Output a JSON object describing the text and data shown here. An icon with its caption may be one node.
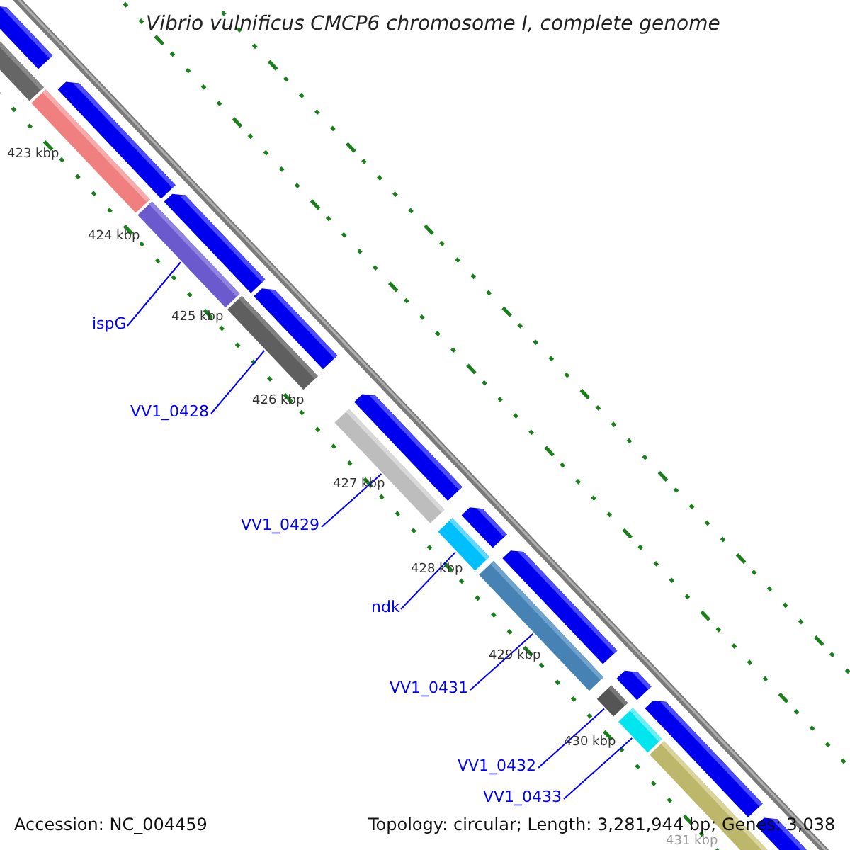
{
  "diagram": {
    "title": "Vibrio vulnificus CMCP6 chromosome I, complete genome",
    "nodes": [
      {
        "text": [
          "ispG"
        ]
      },
      {
        "text": [],
        "shape": "bar"
      },
      {
        "text": [
          "VV1_0428"
        ]
      },
      {
        "text": [],
        "shape": "bar"
      },
      {
        "text": [
          "VV1_0429"
        ]
      },
      {
        "text": [],
        "shape": "bar"
      },
      {
        "text": [
          "ndk"
        ]
      },
      {
        "text": [],
        "shape": "bar"
      },
      {
        "text": [
          "VV1_0431"
        ]
      },
      {
        "text": [],
        "shape": "bar"
      },
      {
        "text": [
          "VV1_0432"
        ]
      },
      {
        "text": [],
        "shape": "bar"
      },
      {
        "text": [
          "VV1_0433"
        ]
      },
      {
        "text": [],
        "shape": "bar"
      }
    ],
    "edges": [
      {
        "from": 0,
        "to": 1,
        "arrow": "none"
      },
      {
        "from": 2,
        "to": 3,
        "arrow": "none"
      },
      {
        "from": 4,
        "to": 5,
        "arrow": "none"
      },
      {
        "from": 6,
        "to": 7,
        "arrow": "none"
      },
      {
        "from": 8,
        "to": 9,
        "arrow": "none"
      },
      {
        "from": 10,
        "to": 11,
        "arrow": "none"
      },
      {
        "from": 12,
        "to": 13,
        "arrow": "none"
      }
    ],
    "labels": [
      "Accession: NC_004459",
      "Topology: circular; Length: 3,281,944 bp; Genes: 3,038",
      "423 kbp",
      "424 kbp",
      "425 kbp",
      "426 kbp",
      "427 kbp",
      "428 kbp",
      "429 kbp",
      "430 kbp",
      "431 kbp"
    ]
  }
}
